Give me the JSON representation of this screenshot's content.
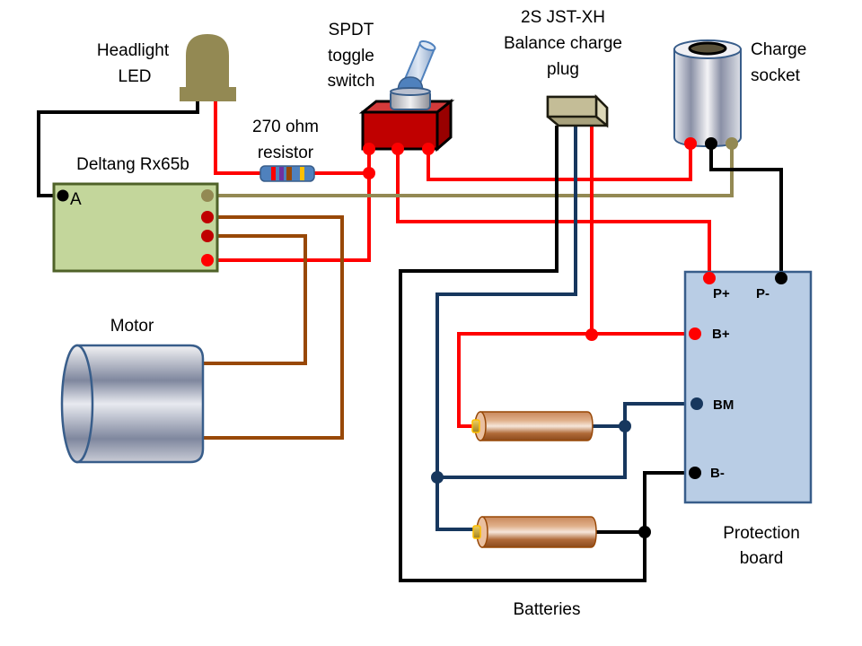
{
  "diagram": {
    "title": "Wiring diagram",
    "colors": {
      "wire_red": "#ff0000",
      "wire_black": "#000000",
      "wire_navy": "#17375e",
      "wire_brown": "#984807",
      "wire_olive": "#938953",
      "receiver_fill": "#c3d69b",
      "receiver_border": "#4f6228",
      "board_fill": "#b9cde5",
      "board_border": "#385d8a",
      "switch_red": "#c00000",
      "led_olive": "#938953",
      "plug_tan": "#c4bd97"
    },
    "components": {
      "led": {
        "label_line1": "Headlight",
        "label_line2": "LED"
      },
      "resistor": {
        "label_line1": "270 ohm",
        "label_line2": "resistor",
        "bands": [
          "#ff0000",
          "#7030a0",
          "#984807",
          "#ffc000"
        ]
      },
      "switch": {
        "label_line1": "SPDT",
        "label_line2": "toggle",
        "label_line3": "switch"
      },
      "balance_plug": {
        "label_line1": "2S JST-XH",
        "label_line2": "Balance charge",
        "label_line3": "plug"
      },
      "charge_socket": {
        "label_line1": "Charge",
        "label_line2": "socket"
      },
      "receiver": {
        "label": "Deltang Rx65b",
        "pin_a": "A"
      },
      "motor": {
        "label": "Motor"
      },
      "protection_board": {
        "label_line1": "Protection",
        "label_line2": "board",
        "pins": {
          "p_plus": "P+",
          "p_minus": "P-",
          "b_plus": "B+",
          "bm": "BM",
          "b_minus": "B-"
        }
      },
      "batteries": {
        "label": "Batteries"
      }
    }
  }
}
